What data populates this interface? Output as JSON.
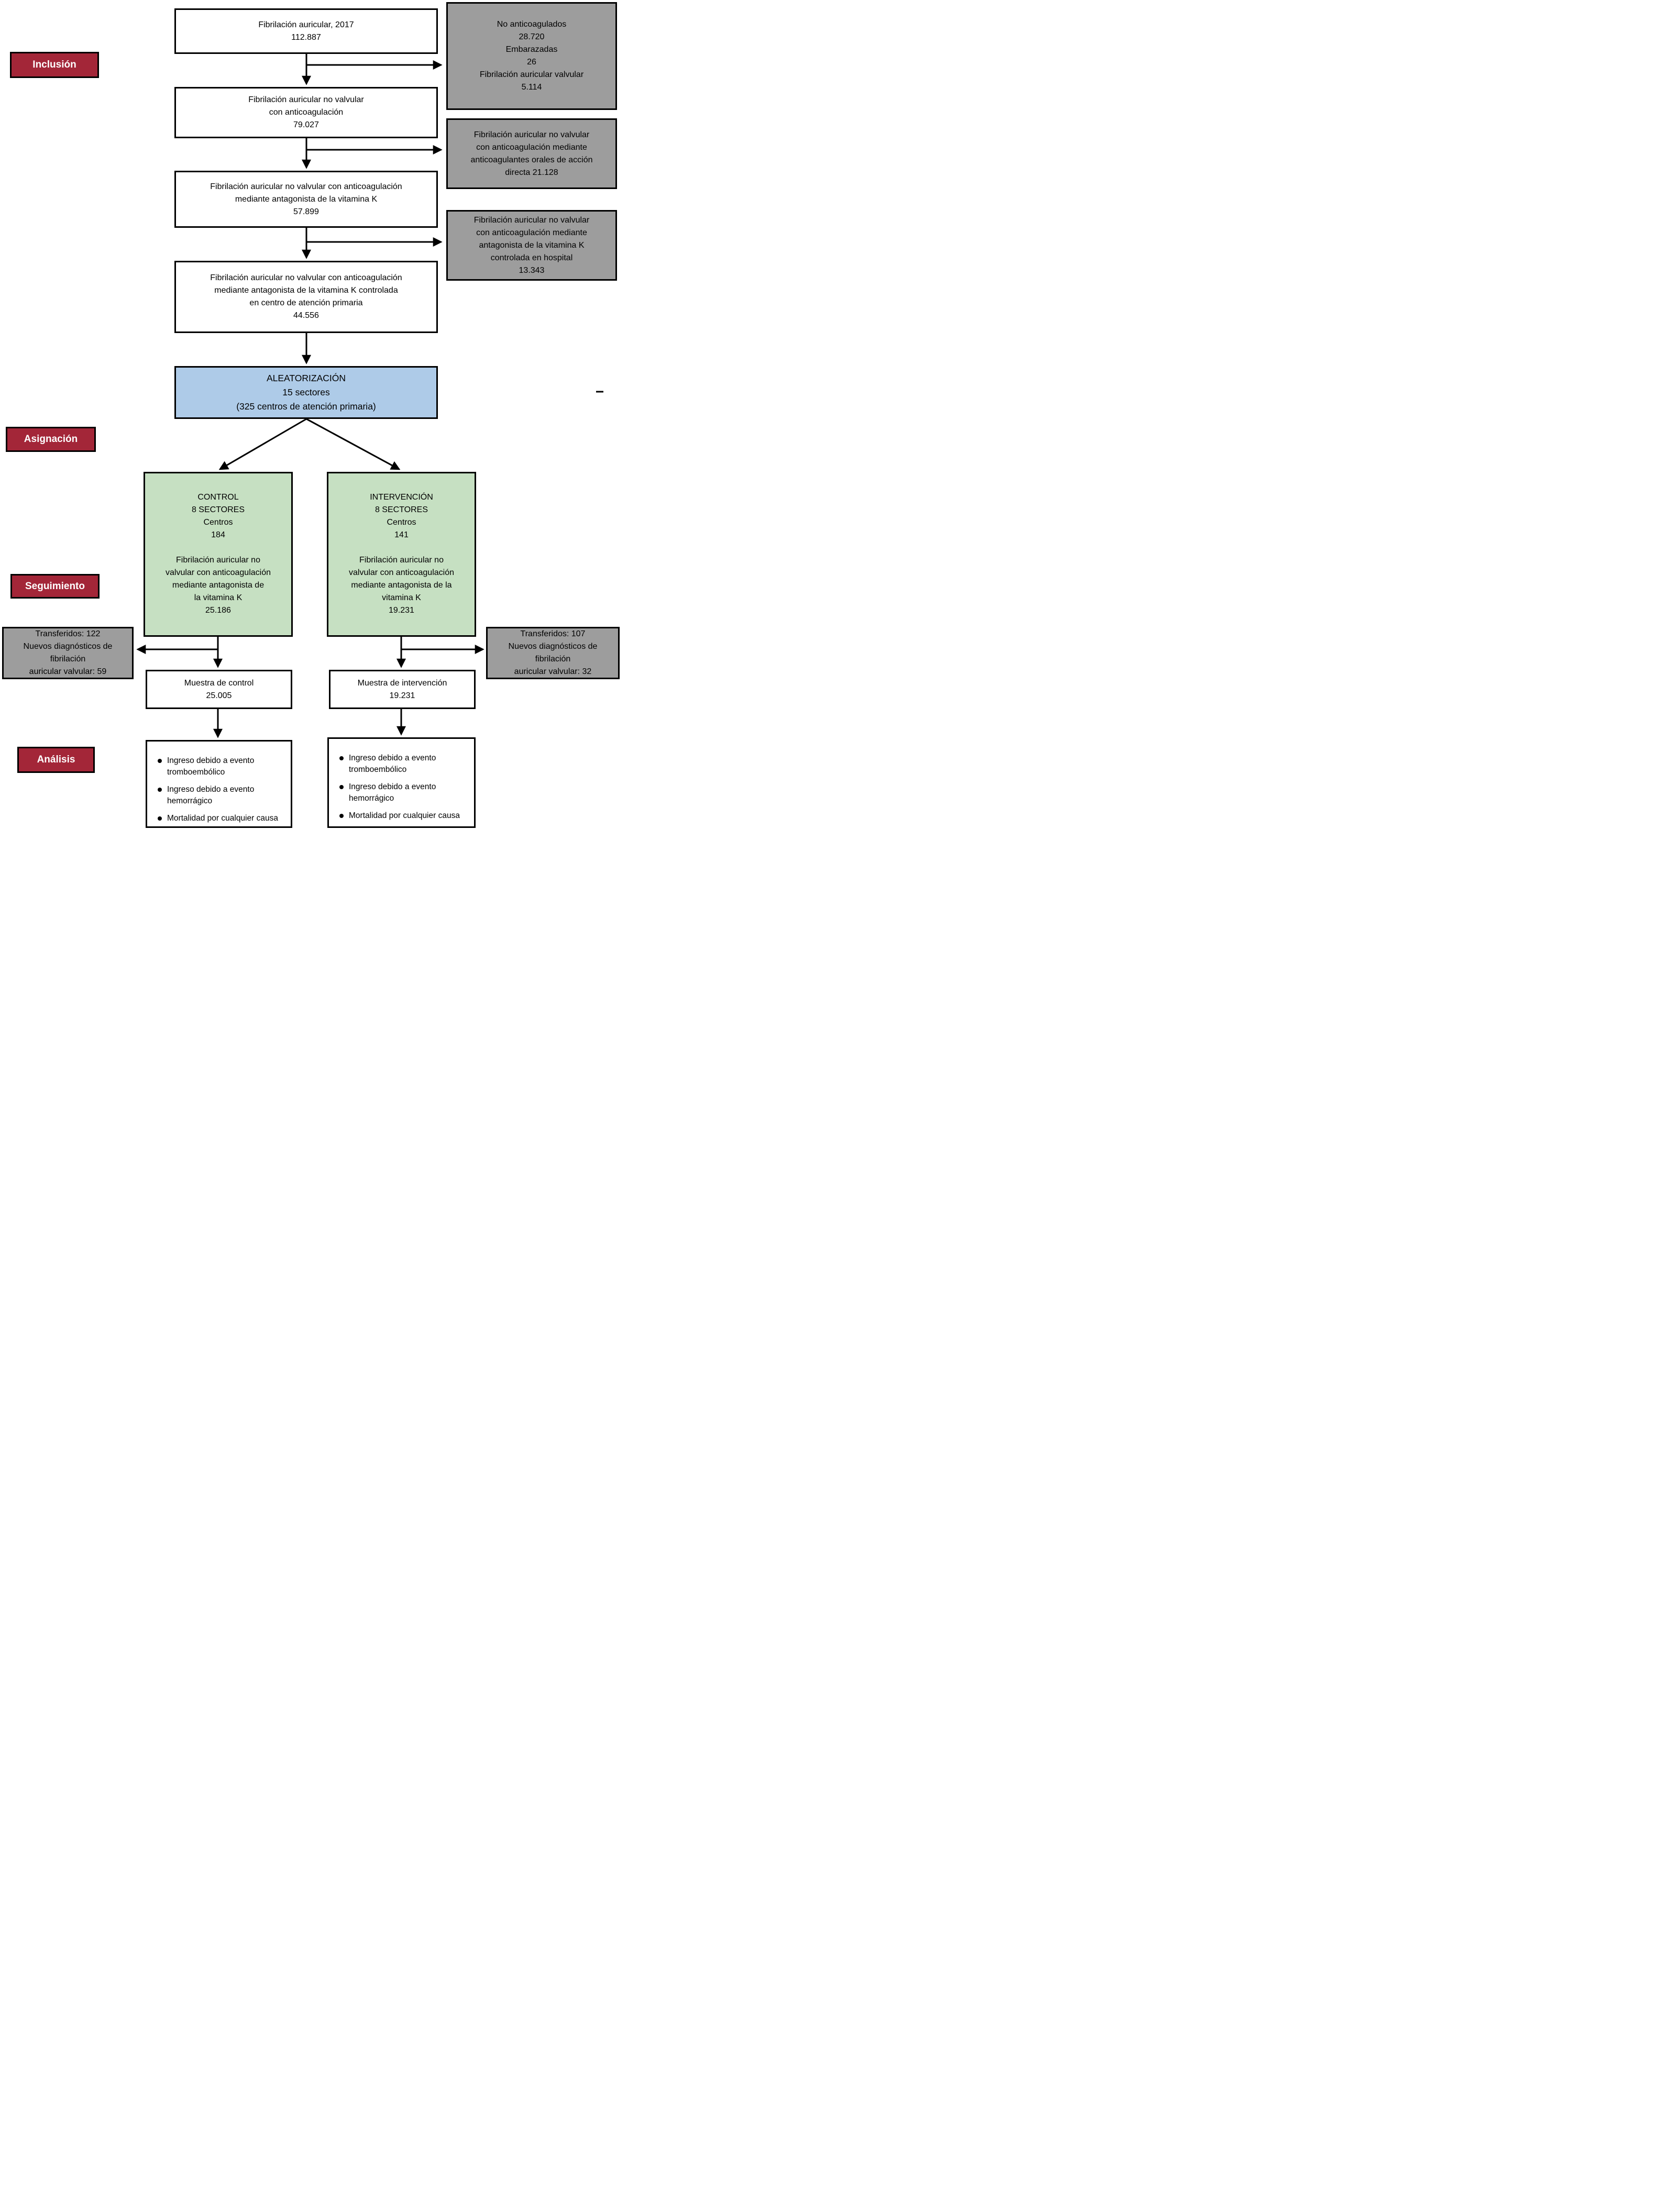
{
  "figure": {
    "type": "study-flow-diagram",
    "language": "es"
  },
  "colors": {
    "stage_label_fill": "#a32638",
    "stage_label_text": "#ffffff",
    "exclusion_fill": "#9d9d9d",
    "randomization_fill": "#aecbe8",
    "arm_fill": "#c6e0c2",
    "box_fill": "#ffffff",
    "border": "#000000"
  },
  "stage_labels": {
    "inclusion": "Inclusión",
    "allocation": "Asignación",
    "followup": "Seguimiento",
    "analysis": "Análisis"
  },
  "main_flow": [
    {
      "lines": [
        "Fibrilación auricular, 2017",
        "112.887"
      ]
    },
    {
      "lines": [
        "Fibrilación auricular no valvular",
        "con anticoagulación",
        "79.027"
      ]
    },
    {
      "lines": [
        "Fibrilación auricular no valvular con anticoagulación",
        "mediante antagonista de la vitamina K",
        "57.899"
      ]
    },
    {
      "lines": [
        "Fibrilación auricular no valvular con anticoagulación",
        "mediante antagonista de la vitamina K controlada",
        "en centro de atención primaria",
        "44.556"
      ]
    }
  ],
  "exclusions": [
    {
      "lines": [
        "No anticoagulados",
        "28.720",
        "Embarazadas",
        "26",
        "Fibrilación auricular valvular",
        "5.114"
      ]
    },
    {
      "lines": [
        "Fibrilación auricular no valvular",
        "con anticoagulación mediante",
        "anticoagulantes orales de acción",
        "directa 21.128"
      ]
    },
    {
      "lines": [
        "Fibrilación auricular no valvular",
        "con anticoagulación mediante",
        "antagonista de la vitamina K",
        "controlada en hospital",
        "13.343"
      ]
    }
  ],
  "randomization": {
    "lines": [
      "ALEATORIZACIÓN",
      "15 sectores",
      "(325 centros de atención primaria)"
    ]
  },
  "arms": {
    "control": {
      "title_lines": [
        "CONTROL",
        "8 SECTORES",
        "Centros",
        "184"
      ],
      "body_lines": [
        "Fibrilación auricular no",
        "valvular con anticoagulación",
        "mediante antagonista de",
        "la vitamina K",
        "25.186"
      ]
    },
    "intervention": {
      "title_lines": [
        "INTERVENCIÓN",
        "8 SECTORES",
        "Centros",
        "141"
      ],
      "body_lines": [
        "Fibrilación auricular no",
        "valvular con anticoagulación",
        "mediante antagonista de la",
        "vitamina K",
        "19.231"
      ]
    }
  },
  "transfers": {
    "left": {
      "lines": [
        "Transferidos: 122",
        "Nuevos diagnósticos de",
        "fibrilación",
        "auricular valvular: 59"
      ]
    },
    "right": {
      "lines": [
        "Transferidos: 107",
        "Nuevos diagnósticos de",
        "fibrilación",
        "auricular valvular: 32"
      ]
    }
  },
  "samples": {
    "control": {
      "lines": [
        "Muestra de control",
        "25.005"
      ]
    },
    "intervention": {
      "lines": [
        "Muestra de intervención",
        "19.231"
      ]
    }
  },
  "outcomes": {
    "control": {
      "items": [
        "Ingreso debido a evento tromboembólico",
        "Ingreso debido a evento hemorrágico",
        "Mortalidad por cualquier causa"
      ]
    },
    "intervention": {
      "items": [
        "Ingreso debido a evento tromboembólico",
        "Ingreso debido a evento hemorrágico",
        "Mortalidad por cualquier causa"
      ]
    }
  }
}
